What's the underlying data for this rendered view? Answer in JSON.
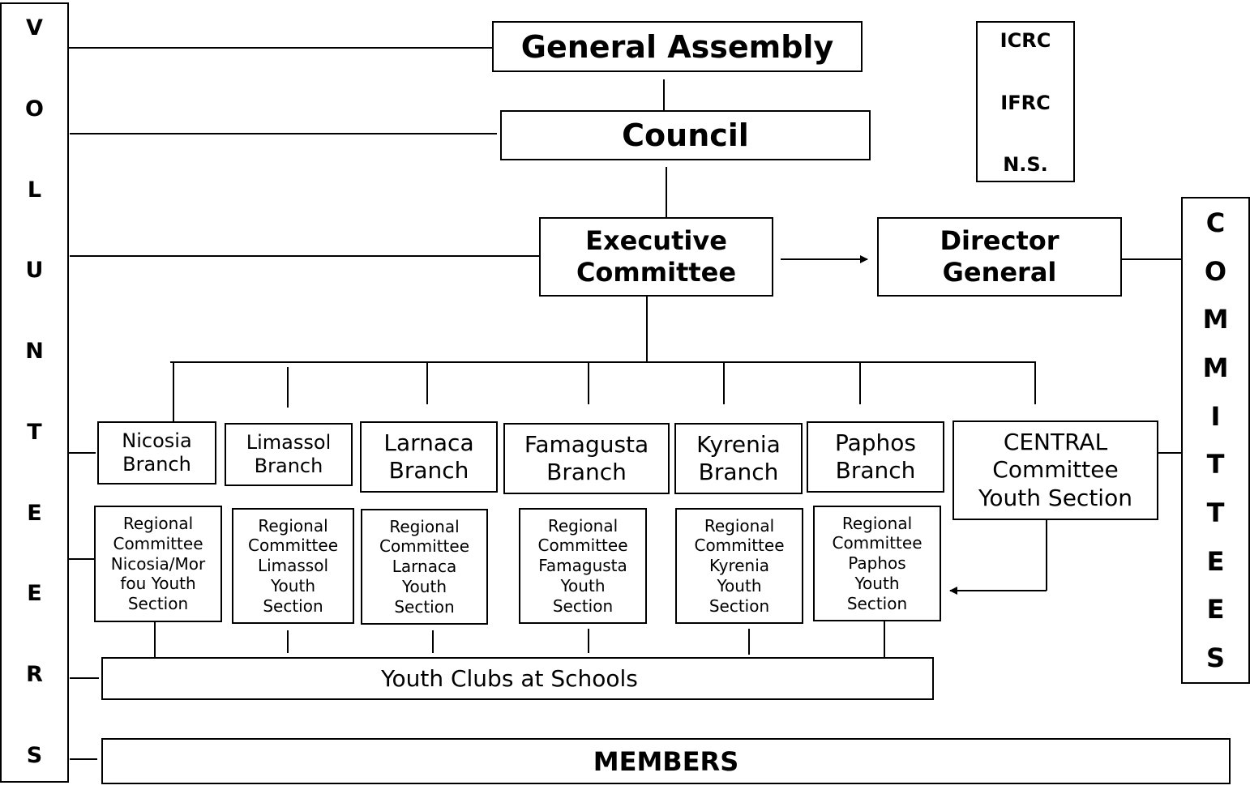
{
  "diagram": {
    "volunteers_letters": [
      "V",
      "O",
      "L",
      "U",
      "N",
      "T",
      "E",
      "E",
      "R",
      "S"
    ],
    "committees_letters": [
      "C",
      "O",
      "M",
      "M",
      "I",
      "T",
      "T",
      "E",
      "E",
      "S"
    ],
    "general_assembly": "General Assembly",
    "council": "Council",
    "executive_committee": [
      "Executive",
      "Committee"
    ],
    "director_general": [
      "Director",
      "General"
    ],
    "intl": [
      "ICRC",
      "IFRC",
      "N.S."
    ],
    "branches": [
      [
        "Nicosia",
        "Branch"
      ],
      [
        "Limassol",
        "Branch"
      ],
      [
        "Larnaca",
        "Branch"
      ],
      [
        "Famagusta",
        "Branch"
      ],
      [
        "Kyrenia",
        "Branch"
      ],
      [
        "Paphos",
        "Branch"
      ]
    ],
    "central_committee": [
      "CENTRAL",
      "Committee",
      "Youth Section"
    ],
    "regional_committees": [
      [
        "Regional",
        "Committee",
        "Nicosia/Mor",
        "fou Youth",
        "Section"
      ],
      [
        "Regional",
        "Committee",
        "Limassol",
        "Youth",
        "Section"
      ],
      [
        "Regional",
        "Committee",
        "Larnaca",
        "Youth",
        "Section"
      ],
      [
        "Regional",
        "Committee",
        "Famagusta",
        "Youth",
        "Section"
      ],
      [
        "Regional",
        "Committee",
        "Kyrenia",
        "Youth",
        "Section"
      ],
      [
        "Regional",
        "Committee",
        "Paphos",
        "Youth",
        "Section"
      ]
    ],
    "youth_clubs": "Youth Clubs at Schools",
    "members": "MEMBERS"
  }
}
